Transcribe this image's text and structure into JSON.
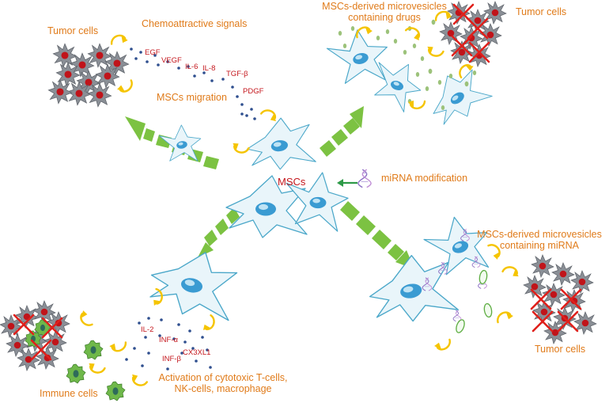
{
  "colors": {
    "label_orange": "#e07b1a",
    "label_red": "#c4161c",
    "arrow_green": "#7cc242",
    "cell_outline": "#4aa7c9",
    "cell_fill": "#e9f5fa",
    "nucleus": "#3a9bd2",
    "tumor_gray": "#8a8f96",
    "tumor_nucleus": "#c0141a",
    "immune_green": "#4f9a3a",
    "chemokine_dot": "#2f4f8f",
    "cross_red": "#e0201b",
    "yellow_arrow": "#f5c400"
  },
  "center": {
    "label": "MSCs",
    "modification": "miRNA modification",
    "icon": "dna-icon"
  },
  "migration": {
    "tumor_label": "Tumor cells",
    "signals_label": "Chemoattractive signals",
    "migration_label": "MSCs migration",
    "factors": [
      "EGF",
      "VEGF",
      "IL-6",
      "IL-8",
      "TGF-β",
      "PDGF"
    ]
  },
  "drugs": {
    "label_line1": "MSCs-derived microvesicles",
    "label_line2": "containing drugs",
    "tumor_label": "Tumor cells"
  },
  "mirna": {
    "label_line1": "MSCs-derived microvesicles",
    "label_line2": "containing miRNA",
    "tumor_label": "Tumor cells"
  },
  "immune": {
    "immune_label": "Immune cells",
    "activation_line1": "Activation of cytotoxic T-cells,",
    "activation_line2": "NK-cells, macrophage",
    "factors": [
      "IL-2",
      "INF-α",
      "INF-β",
      "CX3XL1"
    ]
  }
}
